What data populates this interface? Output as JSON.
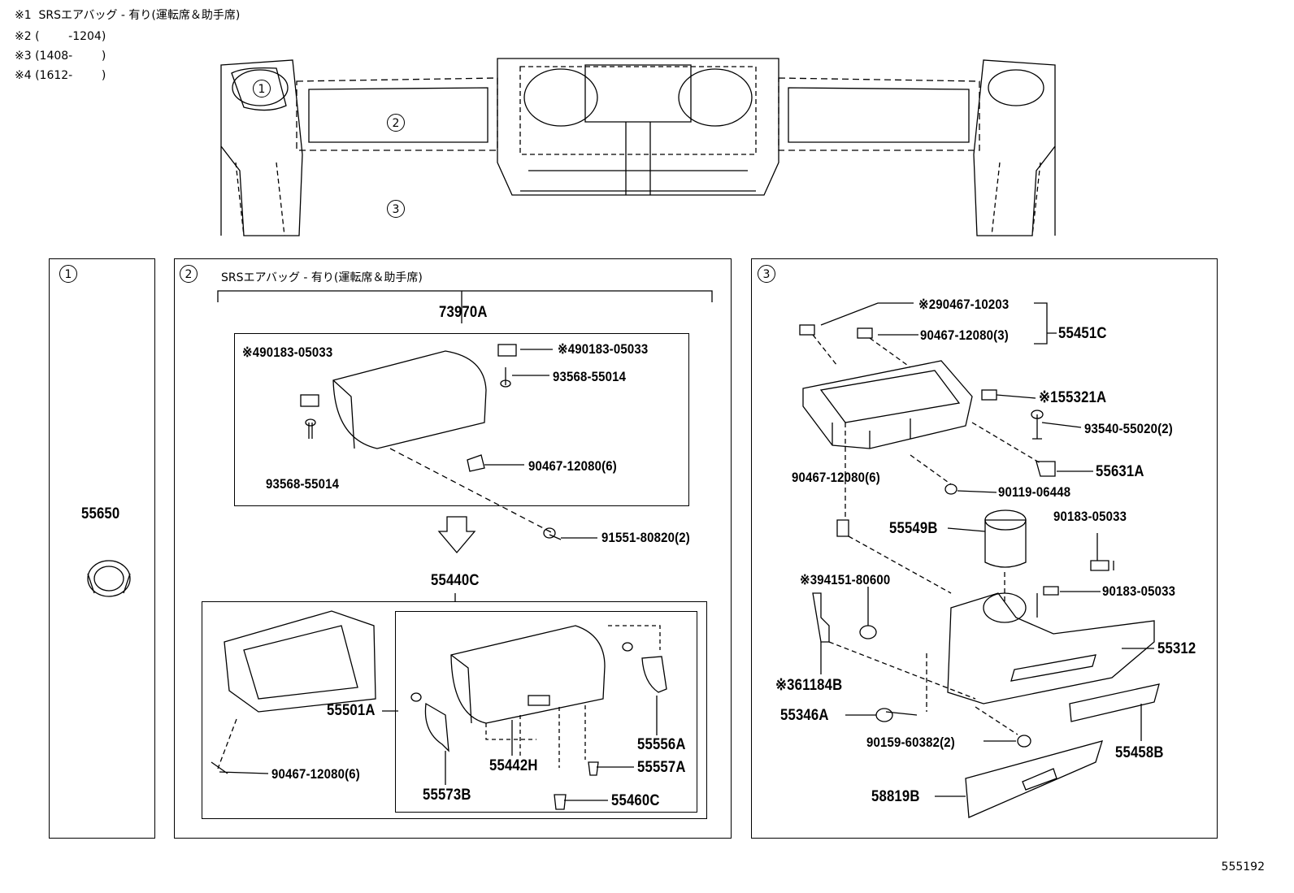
{
  "notes": [
    "※1  SRSエアバッグ - 有り(運転席＆助手席)",
    "※2 (        -1204)",
    "※3 (1408-        )",
    "※4 (1612-        )"
  ],
  "top_callouts": [
    "1",
    "2",
    "3"
  ],
  "sections": [
    {
      "id": "1",
      "labels": [
        "55650"
      ]
    },
    {
      "id": "2",
      "caption": "SRSエアバッグ - 有り(運転席＆助手席)",
      "labels": [
        "73970A",
        "※490183-05033",
        "※490183-05033",
        "93568-55014",
        "93568-55014",
        "90467-12080(6)",
        "91551-80820(2)",
        "55440C",
        "55501A",
        "90467-12080(6)",
        "55442H",
        "55573B",
        "55556A",
        "55557A",
        "55460C"
      ]
    },
    {
      "id": "3",
      "labels": [
        "※290467-10203",
        "90467-12080(3)",
        "55451C",
        "※155321A",
        "93540-55020(2)",
        "55631A",
        "90467-12080(6)",
        "90119-06448",
        "55549B",
        "90183-05033",
        "※394151-80600",
        "90183-05033",
        "55312",
        "※361184B",
        "55346A",
        "90159-60382(2)",
        "55458B",
        "58819B"
      ]
    }
  ],
  "doc_number": "555192"
}
